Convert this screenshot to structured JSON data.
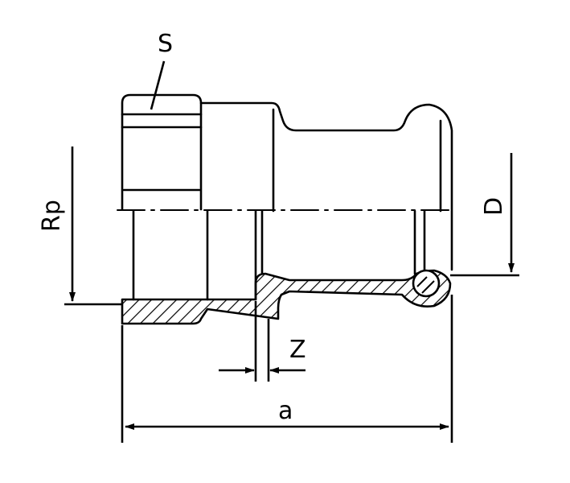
{
  "diagram": {
    "labels": {
      "s": "S",
      "rp": "Rp",
      "d": "D",
      "z": "Z",
      "a": "a"
    }
  }
}
